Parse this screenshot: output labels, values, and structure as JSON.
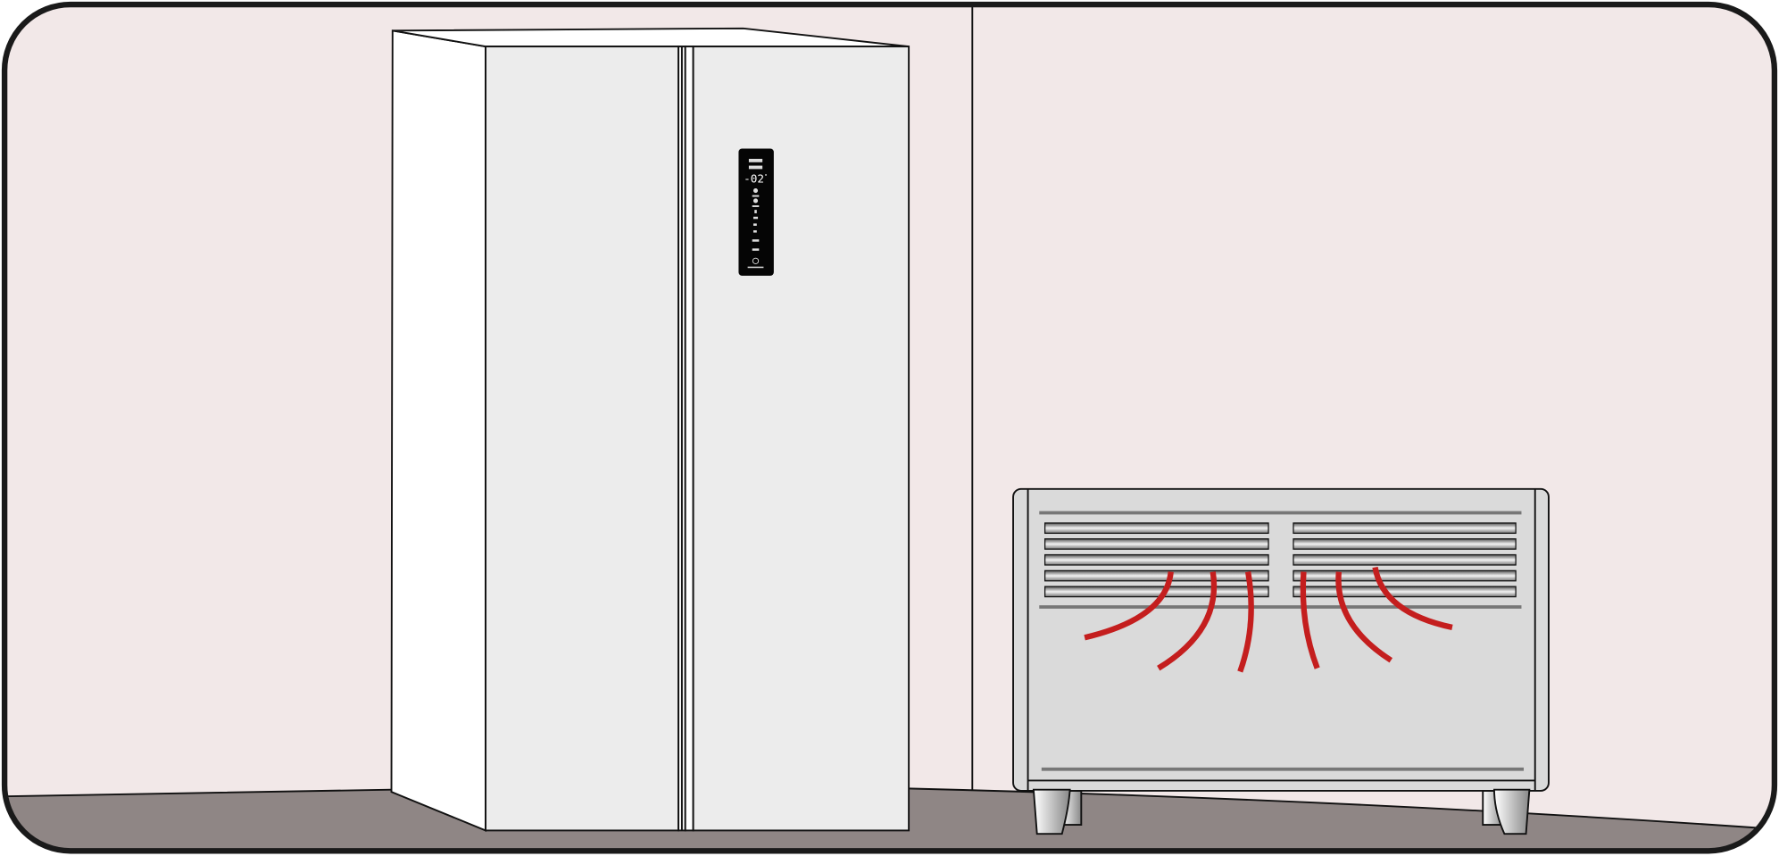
{
  "scene": {
    "fridge": {
      "display_temperature": "-02",
      "display_unit": "°"
    },
    "colors": {
      "wall": "#f2e8e8",
      "floor": "#8f8685",
      "frame": "#1a1a1a",
      "fridge_door": "#ececec",
      "fridge_side": "#ffffff",
      "display": "#050505",
      "heater_body": "#dadada",
      "heat_waves": "#c41e1e"
    },
    "icons": [
      "refrigerator",
      "display-panel",
      "convector-heater",
      "heat-waves"
    ]
  }
}
